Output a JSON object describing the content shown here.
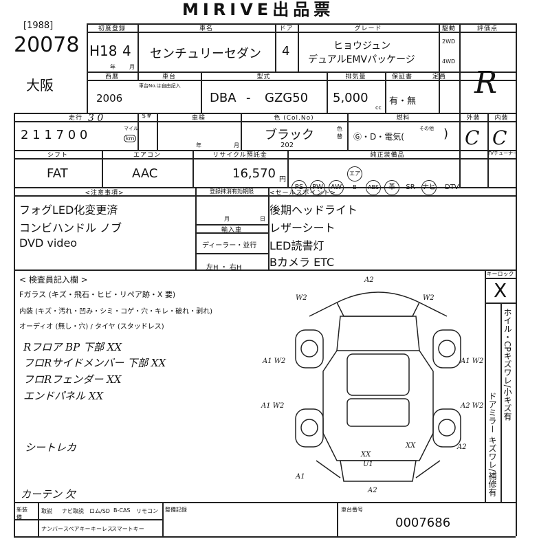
{
  "header": {
    "title": "MIRIVE出品票",
    "year_code": "[1988]",
    "lot_no": "20078",
    "location": "大阪"
  },
  "labels": {
    "first_reg": "初度登録",
    "car_name": "車名",
    "doors": "ドア",
    "grade": "グレード",
    "drive": "駆動",
    "evaluation": "評価点",
    "seireki": "西暦",
    "shadai": "車台",
    "model": "型式",
    "displacement": "排気量",
    "warranty": "保証書",
    "capacity": "定員",
    "mileage": "走行",
    "sd": "$#",
    "inspection": "車検",
    "color": "色 (Col.No)",
    "fuel": "燃料",
    "exterior": "外装",
    "interior": "内装",
    "shift": "シフト",
    "aircon": "エアコン",
    "recycle": "リサイクル預託金",
    "equipment": "純正装備品",
    "tuner": "TVチューナー",
    "notes": "<注意事項>",
    "reg_expiry": "登録抹消有効期限",
    "sales_points": "<セールスポイント>",
    "import_car": "輸入車",
    "dealer": "ディーラー・並行",
    "lr": "左H ・ 右H",
    "inspector_notes": "< 検査員記入欄 >",
    "key_lock": "キーロック",
    "serial_label": "車台番号",
    "year_unit": "年",
    "month_unit": "月",
    "day_unit": "日",
    "cc": "cc",
    "km": "km",
    "mile": "マイル"
  },
  "vehicle": {
    "first_reg": "H18",
    "first_reg_month": "4",
    "car_name": "センチュリーセダン",
    "doors": "4",
    "grade_line1": "ヒョウジュン",
    "grade_line2": "デュアルEMVパッケージ",
    "drive_2wd": "2WD",
    "drive_4wd": "4WD",
    "seireki": "2006",
    "shadai_note": "車台No.は自由記入",
    "model_prefix": "DBA",
    "model_dash": "-",
    "model_code": "GZG50",
    "displacement": "5,000",
    "warranty": "有・無",
    "mileage": "2 1 1 7 0 0",
    "mileage_corr": "3 0",
    "color": "ブラック",
    "color_no": "202",
    "color_change": "色替",
    "fuel": "Ⓖ・D・電気(",
    "fuel_other": "その他",
    "fuel_close": ")",
    "exterior": "C",
    "interior": "C",
    "shift": "FAT",
    "aircon": "AAC",
    "recycle": "16,570",
    "yen": "円",
    "evaluation": "R",
    "key_lock": "X",
    "serial": "0007686"
  },
  "equipment": [
    "PS",
    "PW",
    "AW",
    "エアB",
    "ABS",
    "革",
    "SR",
    "ナビ",
    "DTV"
  ],
  "notes": [
    "フォグLED化変更済",
    "コンビハンドル ノブ",
    "DVD video"
  ],
  "sales_points": [
    "後期ヘッドライト",
    "レザーシート",
    "LED読書灯",
    "Bカメラ ETC"
  ],
  "inspector": {
    "glass": "Fガラス (キズ・飛石・ヒビ・リペア跡・X 要)",
    "interior_line": "内装 (キズ・汚れ・凹み・シミ・コゲ・穴・キレ・破れ・剥れ)",
    "audio_line": "オーディオ (無し・穴) / タイヤ (スタッドレス)",
    "hand_lines": [
      "Rフロア BP 下部 XX",
      "フロRサイドメンバー 下部 XX",
      "フロRフェンダー XX",
      "エンドパネル XX"
    ],
    "seat": "シートレカ",
    "curtain": "カーテン 欠"
  },
  "side_notes": {
    "col1": "ホイル・CPキズワレ/小キズ有",
    "col2": "ドアミラー キズワレ/補修有"
  },
  "diagram_marks": [
    "A2",
    "W2",
    "W2",
    "A1 W2",
    "A1 W2",
    "A1 W2",
    "A2 W2",
    "XX",
    "XX",
    "A1",
    "A2",
    "A2",
    "U1"
  ],
  "bottom": {
    "items": [
      "取説",
      "ナビ取説",
      "ロム/SD",
      "B-CAS",
      "リモコン"
    ],
    "items2": [
      "ナンバー",
      "スペアキー",
      "キーレス",
      "スマートキー"
    ],
    "left": "新装備",
    "dealer_record": "整備記録"
  }
}
